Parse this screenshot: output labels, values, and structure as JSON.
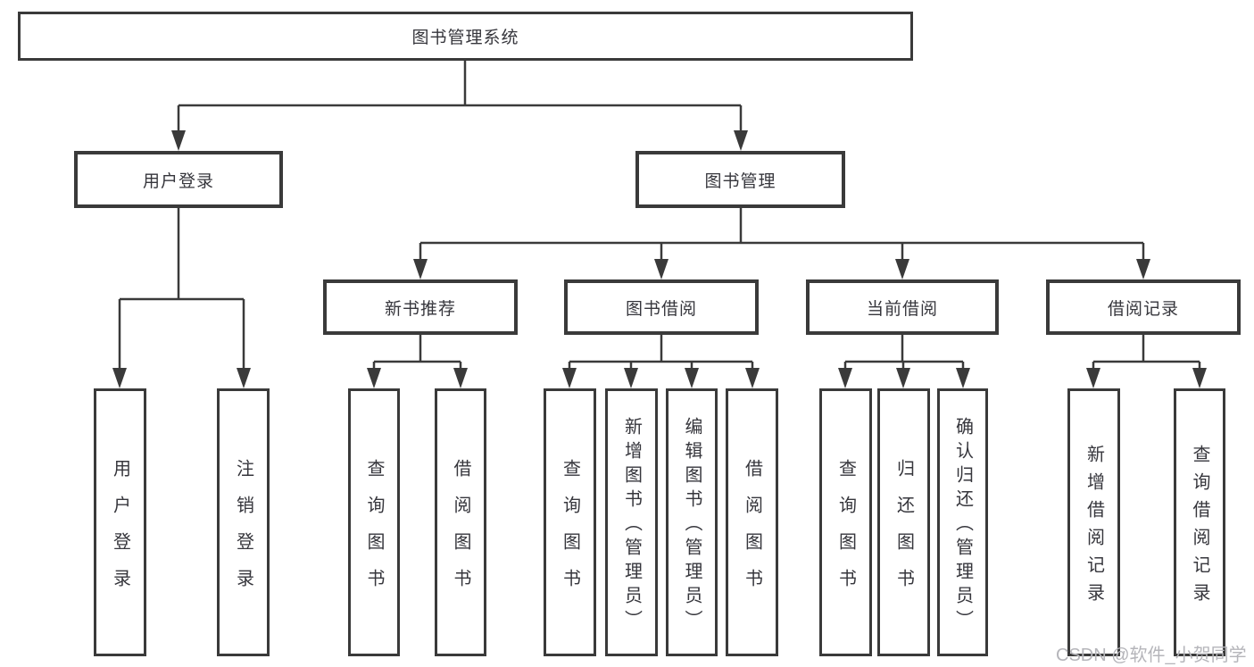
{
  "diagram": {
    "root": "图书管理系统",
    "branches": [
      {
        "label": "用户登录",
        "leaves": [
          "用户登录",
          "注销登录"
        ]
      },
      {
        "label": "图书管理",
        "groups": [
          {
            "label": "新书推荐",
            "leaves": [
              "查询图书",
              "借阅图书"
            ]
          },
          {
            "label": "图书借阅",
            "leaves": [
              "查询图书",
              "新增图书（管理员）",
              "编辑图书（管理员）",
              "借阅图书"
            ]
          },
          {
            "label": "当前借阅",
            "leaves": [
              "查询图书",
              "归还图书",
              "确认归还（管理员）"
            ]
          },
          {
            "label": "借阅记录",
            "leaves": [
              "新增借阅记录",
              "查询借阅记录"
            ]
          }
        ]
      }
    ],
    "watermark": "CSDN @软件_小贺同学"
  },
  "colors": {
    "line": "#3a3a3a",
    "text": "#36363c",
    "watermark": "#b5b5ba",
    "background": "#ffffff"
  }
}
